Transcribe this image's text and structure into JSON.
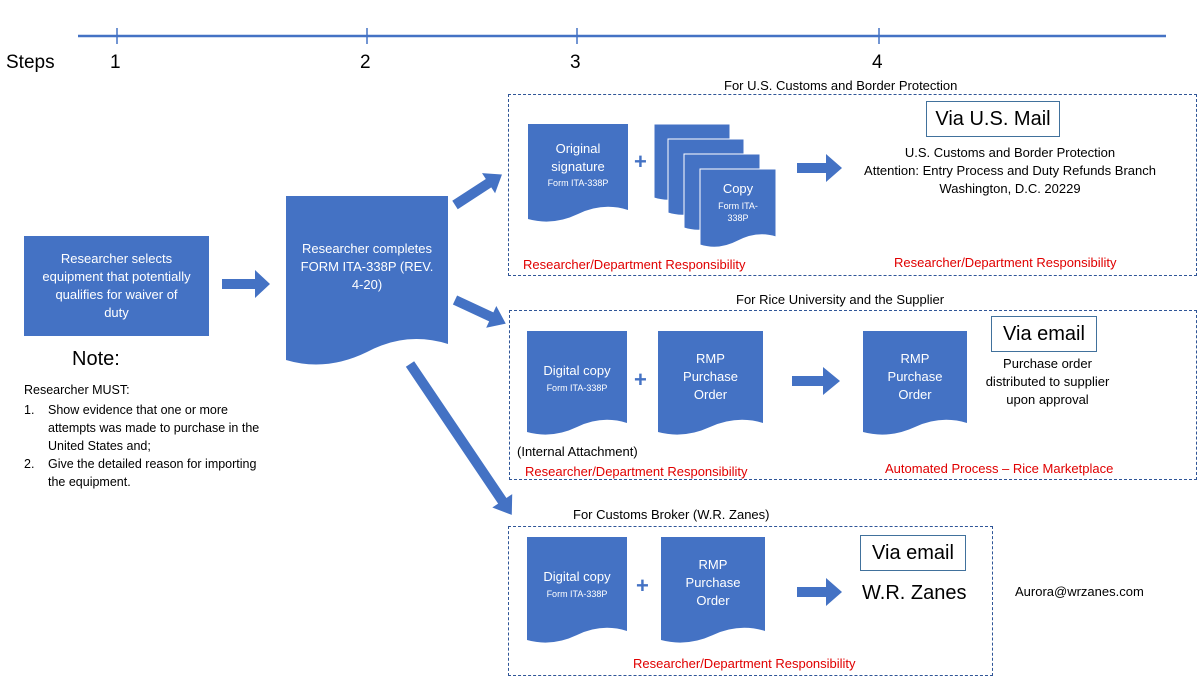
{
  "timeline": {
    "label": "Steps",
    "steps": [
      "1",
      "2",
      "3",
      "4"
    ]
  },
  "step1": {
    "box_text": "Researcher selects equipment that potentially qualifies for waiver of duty"
  },
  "step2": {
    "doc_text": "Researcher completes FORM ITA-338P (REV. 4-20)"
  },
  "note": {
    "title": "Note:",
    "intro": "Researcher MUST:",
    "items": [
      {
        "num": "1.",
        "line1": "Show evidence that one or more",
        "line2": "attempts was made to purchase in the",
        "line3": "United States and;"
      },
      {
        "num": "2.",
        "line1": "Give the detailed reason for importing",
        "line2": "the equipment.",
        "line3": ""
      }
    ]
  },
  "cbp": {
    "title": "For U.S. Customs and Border Protection",
    "doc1_line1": "Original",
    "doc1_line2": "signature",
    "doc1_form": "Form ITA-338P",
    "copy_title": "Copy",
    "copy_form1": "Form ITA-",
    "copy_form2": "338P",
    "channel": "Via U.S. Mail",
    "address": [
      "U.S. Customs and Border Protection",
      "Attention: Entry Process and Duty Refunds Branch",
      "Washington, D.C. 20229"
    ],
    "resp_left": "Researcher/Department Responsibility",
    "resp_right": "Researcher/Department Responsibility"
  },
  "rice": {
    "title": "For Rice University and the Supplier",
    "doc1_line1": "Digital copy",
    "doc1_form": "Form ITA-338P",
    "doc2_line1": "RMP",
    "doc2_line2": "Purchase",
    "doc2_line3": "Order",
    "attachment_note": "(Internal Attachment)",
    "doc3_line1": "RMP",
    "doc3_line2": "Purchase",
    "doc3_line3": "Order",
    "channel": "Via email",
    "desc": [
      "Purchase order",
      "distributed to supplier",
      "upon approval"
    ],
    "resp_left": "Researcher/Department Responsibility",
    "resp_right": "Automated Process – Rice Marketplace"
  },
  "broker": {
    "title": "For Customs Broker (W.R. Zanes)",
    "doc1_line1": "Digital copy",
    "doc1_form": "Form ITA-338P",
    "doc2_line1": "RMP",
    "doc2_line2": "Purchase",
    "doc2_line3": "Order",
    "channel": "Via email",
    "recipient": "W.R. Zanes",
    "email": "Aurora@wrzanes.com",
    "resp": "Researcher/Department Responsibility"
  },
  "colors": {
    "shape_fill": "#4472c4",
    "timeline": "#4472c4",
    "responsibility": "#e00000",
    "panel_border": "#2f5597"
  },
  "symbols": {
    "plus": "+"
  }
}
